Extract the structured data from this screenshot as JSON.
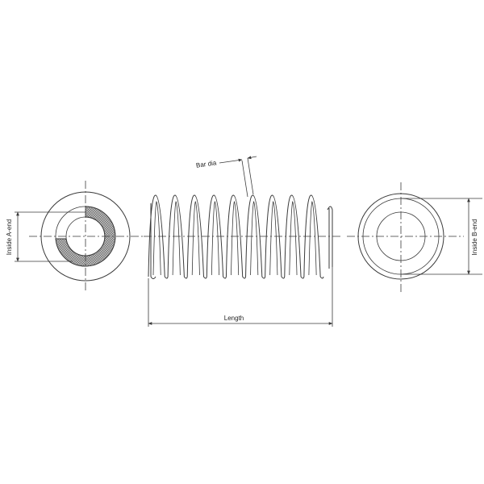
{
  "labels": {
    "bar_dia": "Bar dia",
    "length": "Length",
    "inside_a_end": "Inside A-end",
    "inside_b_end": "Inside B-end"
  },
  "colors": {
    "line": "#3a3a3a",
    "hatch_fill": "#b0b0b0",
    "background": "#ffffff"
  }
}
